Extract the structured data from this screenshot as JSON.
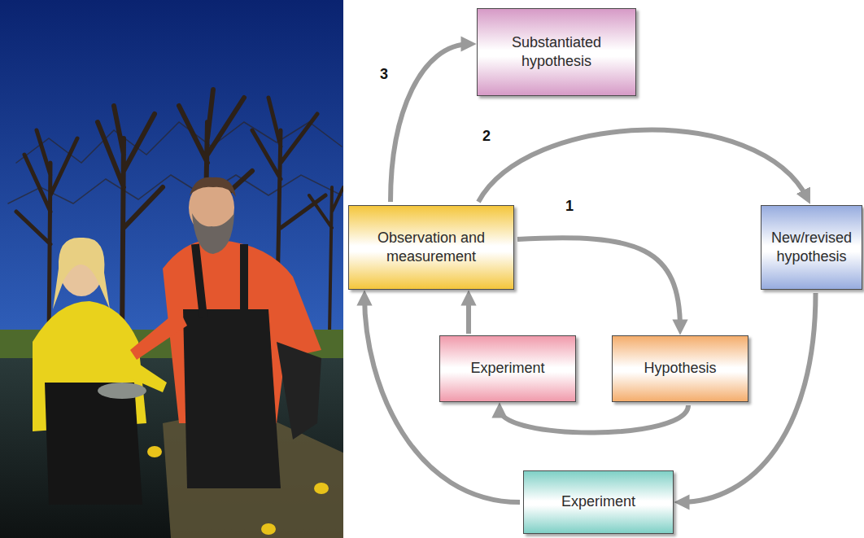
{
  "diagram": {
    "nodes": [
      {
        "text": [
          "Substantiated hypothesis"
        ]
      },
      {
        "text": [
          "Observation and measurement"
        ]
      },
      {
        "text": [
          "New/revised hypothesis"
        ]
      },
      {
        "text": [
          "Experiment"
        ]
      },
      {
        "text": [
          "Hypothesis"
        ]
      },
      {
        "text": [
          "Experiment"
        ]
      }
    ],
    "edges": [
      {
        "from": 1,
        "to": 4,
        "arrow": "to",
        "label": "1"
      },
      {
        "from": 4,
        "to": 3,
        "arrow": "to"
      },
      {
        "from": 3,
        "to": 1,
        "arrow": "to"
      },
      {
        "from": 1,
        "to": 2,
        "arrow": "to",
        "label": "2"
      },
      {
        "from": 2,
        "to": 5,
        "arrow": "to"
      },
      {
        "from": 5,
        "to": 1,
        "arrow": "to"
      },
      {
        "from": 1,
        "to": 0,
        "arrow": "to",
        "label": "3"
      }
    ]
  }
}
